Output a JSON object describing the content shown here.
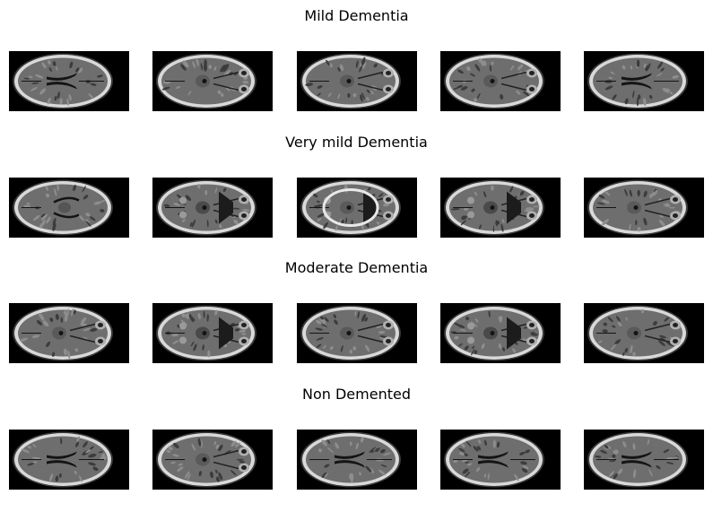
{
  "groups": [
    {
      "title": "Mild Dementia",
      "images": [
        {
          "variant": "ventricles"
        },
        {
          "variant": "orbits"
        },
        {
          "variant": "orbits"
        },
        {
          "variant": "orbits"
        },
        {
          "variant": "ventricles"
        }
      ]
    },
    {
      "title": "Very mild Dementia",
      "images": [
        {
          "variant": "midbrain"
        },
        {
          "variant": "cerebellum"
        },
        {
          "variant": "skullbase"
        },
        {
          "variant": "cerebellum"
        },
        {
          "variant": "orbits"
        }
      ]
    },
    {
      "title": "Moderate Dementia",
      "images": [
        {
          "variant": "orbits"
        },
        {
          "variant": "cerebellum"
        },
        {
          "variant": "orbits"
        },
        {
          "variant": "cerebellum"
        },
        {
          "variant": "orbits"
        }
      ]
    },
    {
      "title": "Non Demented",
      "images": [
        {
          "variant": "cortex"
        },
        {
          "variant": "orbits"
        },
        {
          "variant": "ventricles"
        },
        {
          "variant": "ventricles"
        },
        {
          "variant": "cortex"
        }
      ]
    }
  ],
  "colors": {
    "background": "#ffffff",
    "tile": "#000000",
    "skull": "#d9d9d9",
    "brain": "#6e6e6e",
    "csf": "#141414"
  }
}
